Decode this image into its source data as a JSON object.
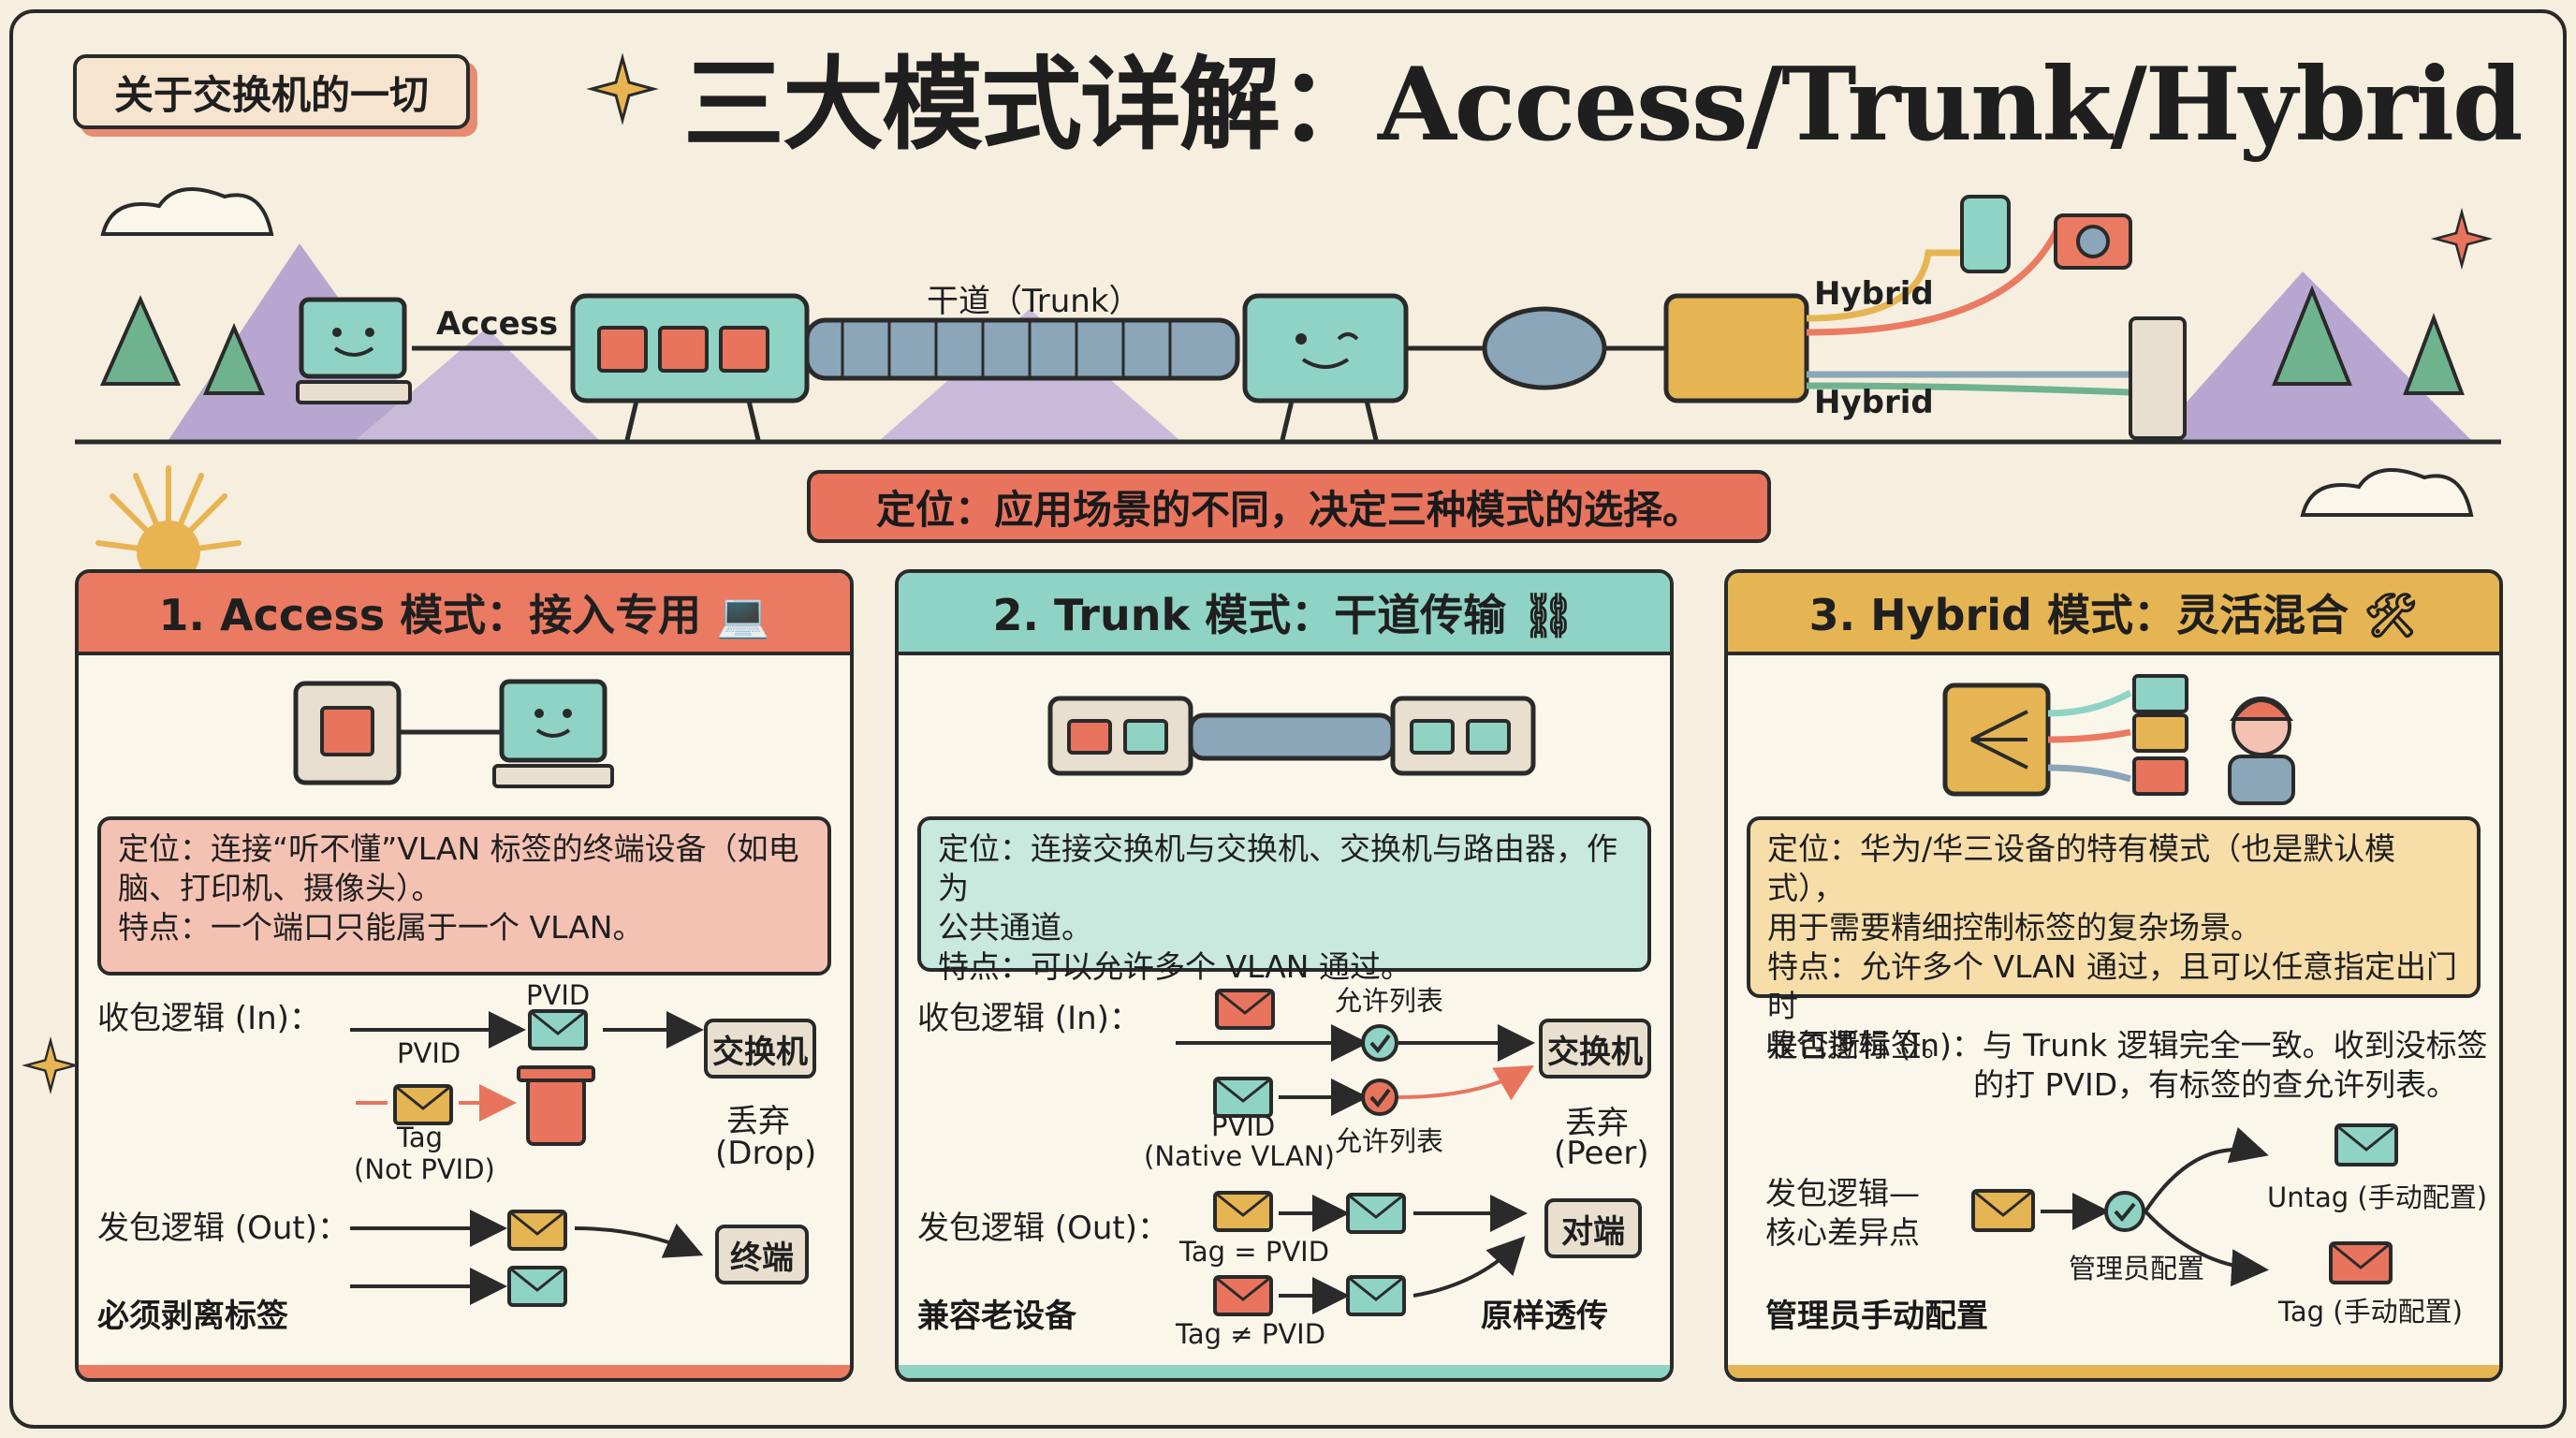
{
  "header": {
    "tag": "关于交换机的一切",
    "title": "三大模式详解：Access/Trunk/Hybrid"
  },
  "topology": {
    "access_label": "Access",
    "trunk_label": "干道（Trunk）",
    "hybrid_label_1": "Hybrid",
    "hybrid_label_2": "Hybrid"
  },
  "banner": "定位：应用场景的不同，决定三种模式的选择。",
  "panels": {
    "access": {
      "title": "1. Access 模式：接入专用 💻",
      "note_lines": [
        "定位：连接“听不懂”VLAN 标签的终端设备（如电",
        "脑、打印机、摄像头）。",
        "特点：一个端口只能属于一个 VLAN。"
      ],
      "in_label": "收包逻辑 (In)：",
      "pvid_top": "PVID",
      "pvid_small": "PVID",
      "tag_label": "Tag",
      "not_pvid": "(Not PVID)",
      "switch_box": "交换机",
      "drop_1": "丢弃",
      "drop_2": "(Drop)",
      "out_label": "发包逻辑 (Out)：",
      "terminal_box": "终端",
      "caption": "必须剥离标签"
    },
    "trunk": {
      "title": "2. Trunk 模式：干道传输 ⛓",
      "note_lines": [
        "定位：连接交换机与交换机、交换机与路由器，作为",
        "公共通道。",
        "特点：可以允许多个 VLAN 通过。"
      ],
      "in_label": "收包逻辑 (In)：",
      "allow_list_1": "允许列表",
      "allow_list_2": "允许列表",
      "pvid": "PVID",
      "native_vlan": "(Native VLAN)",
      "switch_box": "交换机",
      "drop_1": "丢弃",
      "drop_2": "(Peer)",
      "out_label": "发包逻辑 (Out)：",
      "tag_eq": "Tag = PVID",
      "tag_ne": "Tag ≠ PVID",
      "peer_box": "对端",
      "caption_left": "兼容老设备",
      "caption_right": "原样透传"
    },
    "hybrid": {
      "title": "3. Hybrid 模式：灵活混合 🛠",
      "note_lines": [
        "定位：华为/华三设备的特有模式（也是默认模式），",
        "用于需要精细控制标签的复杂场景。",
        "特点：允许多个 VLAN 通过，且可以任意指定出门时",
        "是否撕标签。"
      ],
      "in_line_1": "收包逻辑 (In)：与 Trunk 逻辑完全一致。收到没标签",
      "in_line_2": "的打 PVID，有标签的查允许列表。",
      "out_line_1": "发包逻辑—",
      "out_line_2": "核心差异点",
      "admin_config": "管理员配置",
      "untag": "Untag (手动配置)",
      "tag": "Tag (手动配置)",
      "caption": "管理员手动配置"
    }
  },
  "colors": {
    "red": "#eb7a62",
    "teal": "#8fd3c4",
    "yellow": "#e6b553",
    "bg": "#f6efdf"
  }
}
